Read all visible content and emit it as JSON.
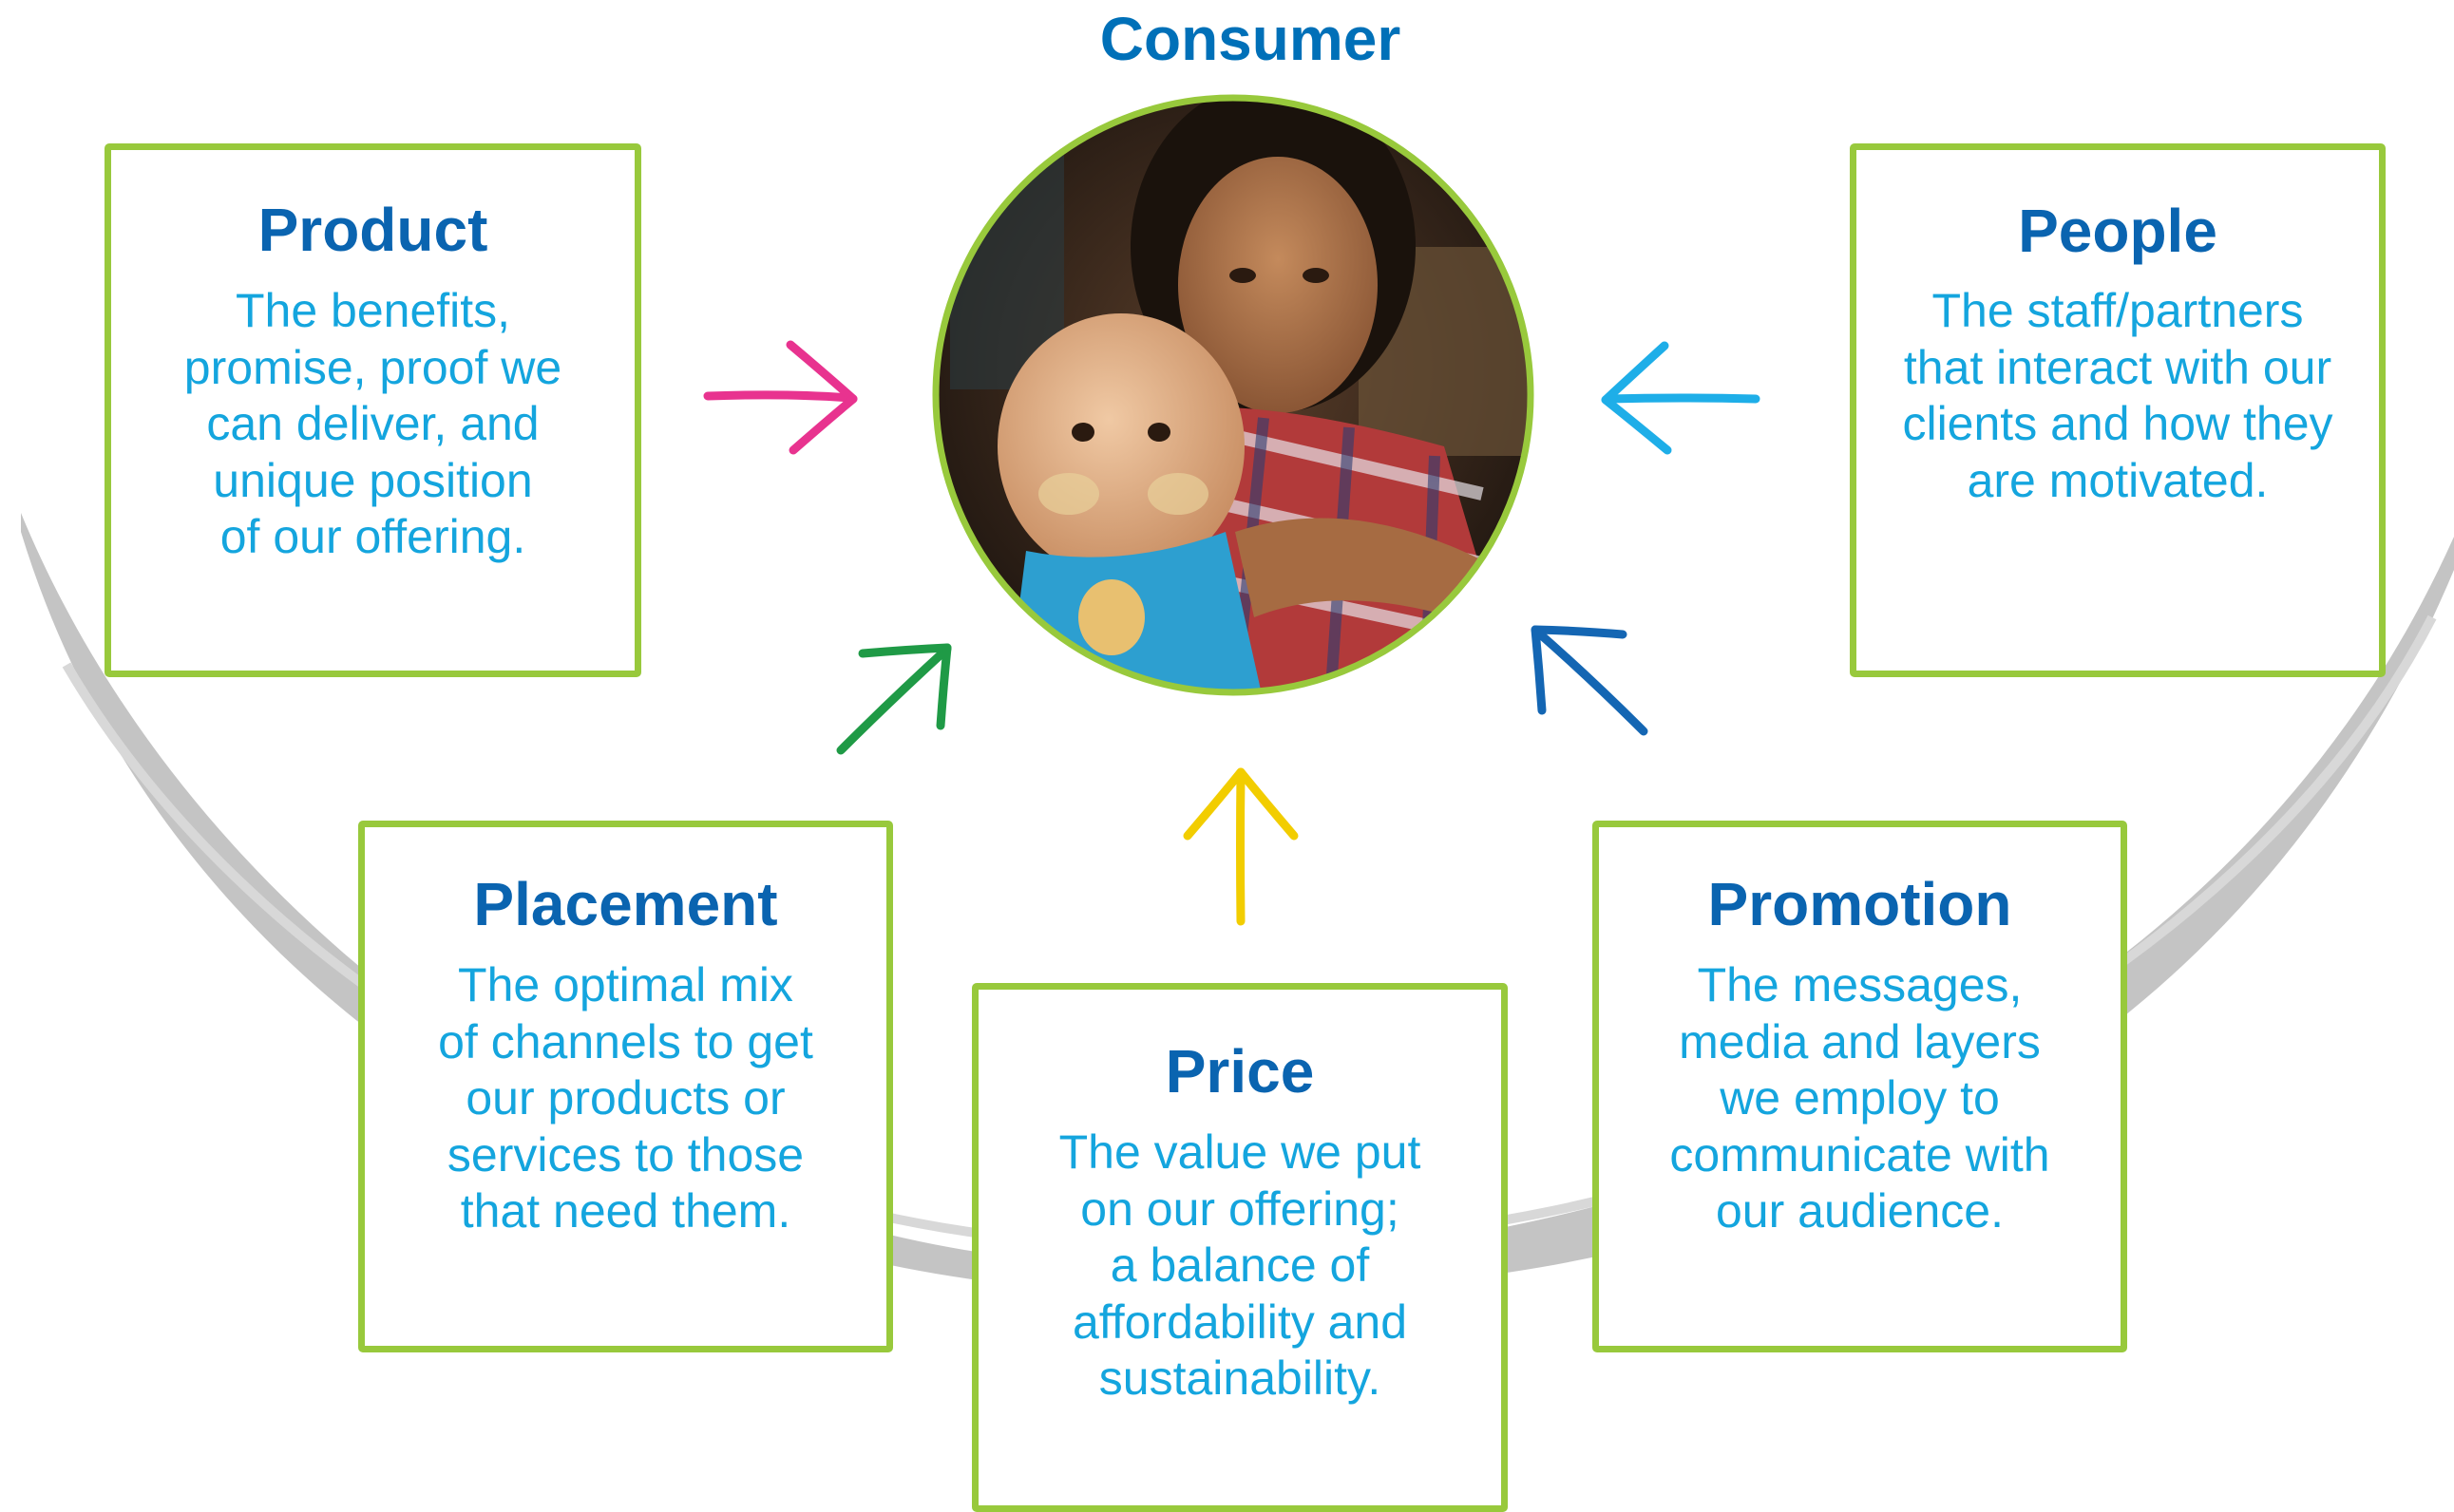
{
  "center": {
    "title": "Consumer",
    "photo": "mother-holding-baby-photo"
  },
  "cards": {
    "product": {
      "title": "Product",
      "body": "The benefits,\npromise, proof we\ncan deliver, and\nunique position\nof our offering."
    },
    "people": {
      "title": "People",
      "body": "The staff/partners\nthat interact with our\nclients and how they\nare motivated."
    },
    "placement": {
      "title": "Placement",
      "body": "The optimal mix\nof channels to get\nour products or\nservices to those\nthat need them."
    },
    "price": {
      "title": "Price",
      "body": "The value we put\non our offering;\n  a balance of\naffordability and\nsustainability."
    },
    "promotion": {
      "title": "Promotion",
      "body": "The messages,\nmedia and layers\nwe employ to\ncommunicate with\nour audience."
    }
  },
  "colors": {
    "card_border": "#98c93c",
    "title_blue": "#0a64b0",
    "body_cyan": "#14a5de",
    "arc_gray": "#c4c4c4",
    "arrow_product": "#e8338f",
    "arrow_people": "#1eaee8",
    "arrow_placement": "#1f9a46",
    "arrow_price": "#f2cd00",
    "arrow_promotion": "#1466b3"
  }
}
